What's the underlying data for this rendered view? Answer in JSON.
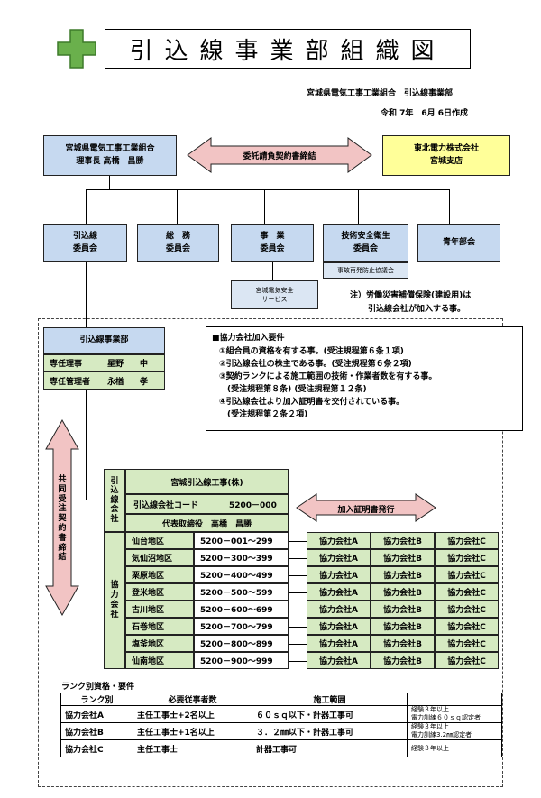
{
  "title": "引込線事業部組織図",
  "header": {
    "org": "宮城県電気工事工業組合　引込線事業部",
    "date": "令和 7年　6月 6日作成"
  },
  "top": {
    "union_line1": "宮城県電気工事工業組合",
    "union_line2": "理事長 高橋　昌勝",
    "contract_label": "委託請負契約書締結",
    "tepco_line1": "東北電力株式会社",
    "tepco_line2": "宮城支店"
  },
  "committees": [
    {
      "line1": "引込線",
      "line2": "委員会"
    },
    {
      "line1": "総　務",
      "line2": "委員会"
    },
    {
      "line1": "事　業",
      "line2": "委員会"
    },
    {
      "line1": "技術安全衛生",
      "line2": "委員会"
    },
    {
      "line1": "青年部会",
      "line2": ""
    }
  ],
  "sub_boxes": {
    "jigyo_line1": "宮城電気安全",
    "jigyo_line2": "サービス",
    "gijutsu": "事故再発防止協議会"
  },
  "note": {
    "line1": "注）労働災害補償保険(建設用)は",
    "line2": "引込線会社が加入する事。"
  },
  "division": {
    "title": "引込線事業部",
    "rows": [
      {
        "role": "専任理事",
        "name": "星野　　中"
      },
      {
        "role": "専任管理者",
        "name": "永楢　　孝"
      }
    ]
  },
  "requirements": {
    "title": "■協力会社加入要件",
    "items": [
      "①組合員の資格を有する事。(受注規程第６条１項)",
      "②引込線会社の株主である事。(受注規程第６条２項)",
      "③契約ランクによる施工範囲の技術・作業者数を有する事。",
      "　(受注規程第８条) (受注規程第１２条)",
      "④引込線会社より加入証明書を交付されている事。",
      "　(受注規程第２条２項)"
    ]
  },
  "joint_contract_label": "共同受注契約書締結",
  "company": {
    "side_label": "引込線会社",
    "name": "宮城引込線工事(株)",
    "code_label": "引込線会社コード",
    "code_value": "5200－000",
    "rep": "代表取締役　高橋　昌勝"
  },
  "certificate_label": "加入証明書発行",
  "partner_side_label": "協力会社",
  "regions": [
    {
      "name": "仙台地区",
      "code": "5200－001～299"
    },
    {
      "name": "気仙沼地区",
      "code": "5200－300～399"
    },
    {
      "name": "栗原地区",
      "code": "5200－400～499"
    },
    {
      "name": "登米地区",
      "code": "5200－500～599"
    },
    {
      "name": "古川地区",
      "code": "5200－600～699"
    },
    {
      "name": "石巻地区",
      "code": "5200－700～799"
    },
    {
      "name": "塩釜地区",
      "code": "5200－800～899"
    },
    {
      "name": "仙南地区",
      "code": "5200－900～999"
    }
  ],
  "partner_labels": [
    "協力会社A",
    "協力会社B",
    "協力会社C"
  ],
  "rank": {
    "title": "ランク別資格・要件",
    "headers": [
      "ランク別",
      "必要従事者数",
      "施工範囲",
      ""
    ],
    "rows": [
      {
        "rank": "協力会社A",
        "staff": "主任工事士+2名以上",
        "scope": "６０ｓｑ以下・計器工事可",
        "note1": "経験３年以上",
        "note2": "電力訓練６０ｓｑ認定者"
      },
      {
        "rank": "協力会社B",
        "staff": "主任工事士+1名以上",
        "scope": "３．２㎜以下・計器工事可",
        "note1": "経験３年以上",
        "note2": "電力訓練3.2㎜認定者"
      },
      {
        "rank": "協力会社C",
        "staff": "主任工事士",
        "scope": "計器工事可",
        "note1": "経験３年以上",
        "note2": ""
      }
    ]
  },
  "colors": {
    "blue": "#c6d9f0",
    "green": "#d6eac2",
    "yellow": "#ffff99",
    "pink": "#f2c4c4",
    "cross": "#6ab04c"
  }
}
